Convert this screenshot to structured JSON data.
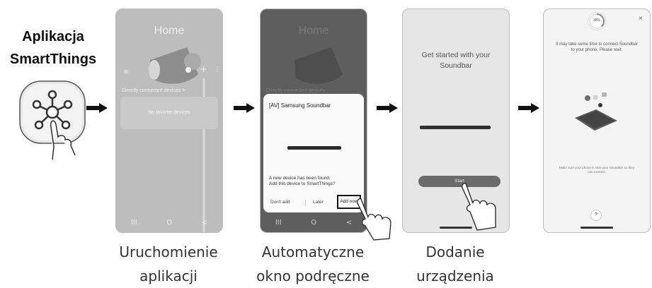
{
  "app_title_line1": "Aplikacja",
  "app_title_line2": "SmartThings",
  "screen1": {
    "title": "Home",
    "menu_icon": "menu-icon",
    "section_label": "Directly connected devices",
    "section_chevron": ">",
    "empty_label": "No favorite devices",
    "nav": [
      "III",
      "O",
      "<"
    ]
  },
  "screen2": {
    "bg_title": "Home",
    "bg_section": "Directly connected devices",
    "dialog_title": "[AV] Samsung Soundbar",
    "dialog_message_line1": "A new device has been found.",
    "dialog_message_line2": "Add this device to SmartThings?",
    "btn_dont_add": "Don't add",
    "btn_later": "Later",
    "btn_add_now": "Add now",
    "nav": [
      "III",
      "O",
      "<"
    ]
  },
  "screen3": {
    "title_line1": "Get started with your",
    "title_line2": "Soundbar",
    "start_label": "Start"
  },
  "screen4": {
    "progress": "38%",
    "progress_value": 0.38,
    "close_label": "×",
    "message_line1": "It may take some time to connect Soundbar",
    "message_line2": "to your phone. Please wait.",
    "hint_line1": "Make sure your phone is near your Soundbar so they",
    "hint_line2": "can connect.",
    "help_label": "?"
  },
  "captions": {
    "c1_line1": "Uruchomienie",
    "c1_line2": "aplikacji",
    "c2_line1": "Automatyczne",
    "c2_line2": "okno podręczne",
    "c3_line1": "Dodanie",
    "c3_line2": "urządzenia"
  },
  "colors": {
    "screen1_bg": "#bdbdbd",
    "screen2_bg": "#5e5e5e",
    "screen3_bg": "#e6e6e6",
    "screen4_bg": "#f4f4f4",
    "start_button": "#6b6b6b",
    "arrow": "#111111"
  }
}
